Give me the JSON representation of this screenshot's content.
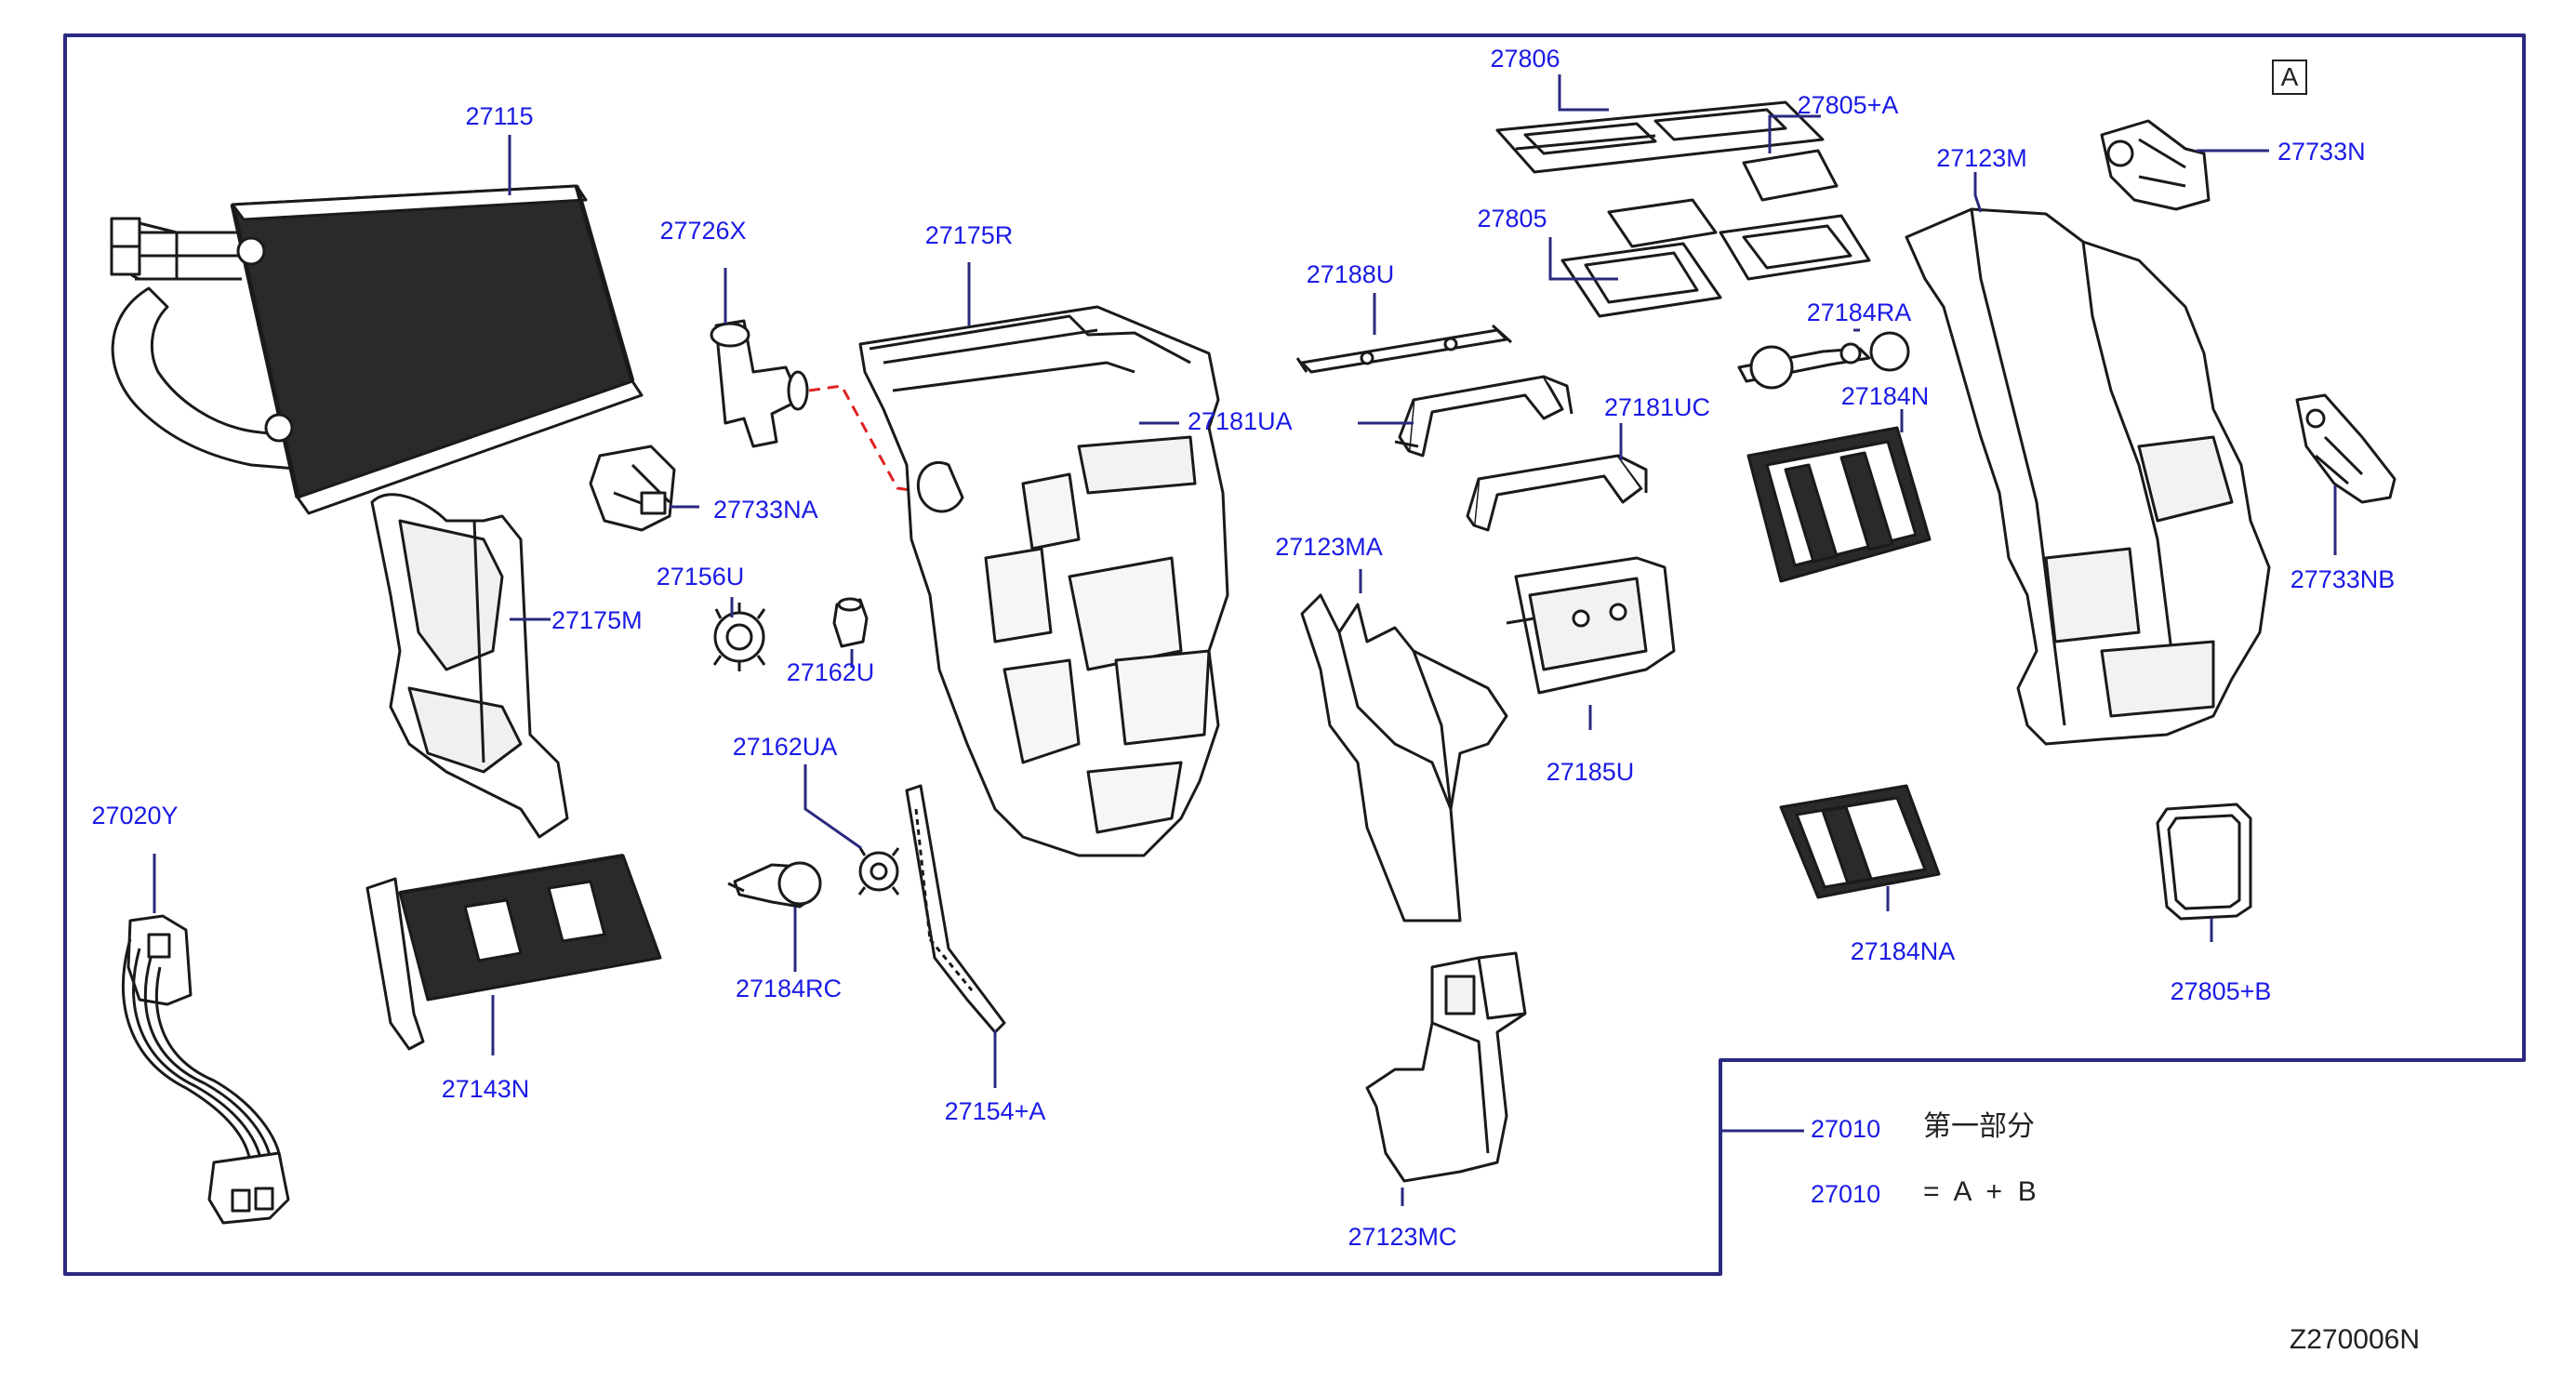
{
  "diagram": {
    "drawing_id": "Z270006N",
    "inset_marker": "A",
    "legend": {
      "row1": {
        "part": "27010",
        "text": "第一部分"
      },
      "row2": {
        "part": "27010",
        "text": "=  A  +  B"
      }
    },
    "parts": {
      "p27115": "27115",
      "p27726X": "27726X",
      "p27175R": "27175R",
      "p27733NA": "27733NA",
      "p27175M": "27175M",
      "p27156U": "27156U",
      "p27162U": "27162U",
      "p27162UA": "27162UA",
      "p27020Y": "27020Y",
      "p27143N": "27143N",
      "p27184RC": "27184RC",
      "p27154A": "27154+A",
      "p27181UA": "27181UA",
      "p27188U": "27188U",
      "p27181UC": "27181UC",
      "p27123MA": "27123MA",
      "p27123MC": "27123MC",
      "p27185U": "27185U",
      "p27806": "27806",
      "p27805A": "27805+A",
      "p27805": "27805",
      "p27184RA": "27184RA",
      "p27184N": "27184N",
      "p27184NA": "27184NA",
      "p27123M": "27123M",
      "p27733N": "27733N",
      "p27733NB": "27733NB",
      "p27805B": "27805+B"
    }
  }
}
